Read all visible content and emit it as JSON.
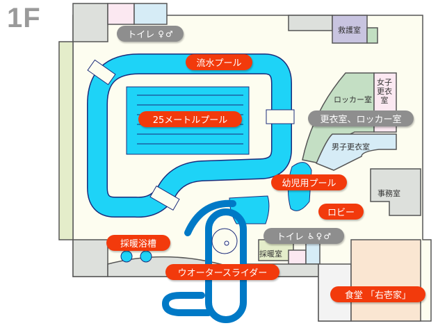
{
  "floor": "1F",
  "labels": {
    "toilet_top": "トイレ",
    "lazy_river": "流水プール",
    "pool_25m": "25メートルプール",
    "changing_locker": "更衣室、ロッカー室",
    "kids_pool": "幼児用プール",
    "lobby": "ロビー",
    "toilet_lobby": "トイレ",
    "warm_bath": "採暖浴槽",
    "water_slider": "ウオータースライダー",
    "restaurant": "食堂 「右壱家」"
  },
  "rooms": {
    "first_aid": "救護室",
    "locker_room": "ロッカー室",
    "womens_changing": [
      "女子",
      "更衣",
      "室"
    ],
    "mens_changing": "男子更衣室",
    "office": "事務室",
    "warming_room": "採暖室"
  },
  "icons": {
    "female": "female-icon",
    "male": "male-icon",
    "wheelchair": "wheelchair-icon"
  },
  "colors": {
    "pool": "#1ed3f7",
    "slider": "#0079c6",
    "label_red": "#f23a0c",
    "label_gray": "#8e8e8e",
    "floor_bg": "#fdfdf0"
  }
}
